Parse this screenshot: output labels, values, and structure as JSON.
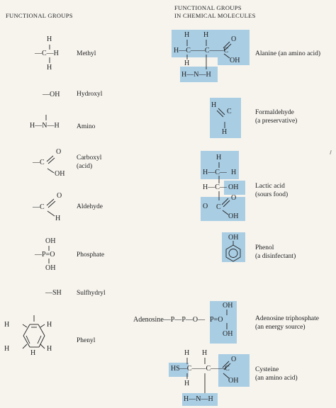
{
  "headers": {
    "left": "FUNCTIONAL GROUPS",
    "right_line1": "FUNCTIONAL GROUPS",
    "right_line2": "IN CHEMICAL MOLECULES"
  },
  "left": {
    "methyl": "Methyl",
    "hydroxyl": "Hydroxyl",
    "amino": "Amino",
    "carboxyl_1": "Carboxyl",
    "carboxyl_2": "(acid)",
    "aldehyde": "Aldehyde",
    "phosphate": "Phosphate",
    "sulfhydryl": "Sulfhydryl",
    "phenyl": "Phenyl"
  },
  "right": {
    "alanine": "Alanine (an amino acid)",
    "formaldehyde_1": "Formaldehyde",
    "formaldehyde_2": "(a preservative)",
    "lactic_1": "Lactic acid",
    "lactic_2": "(sours food)",
    "phenol_1": "Phenol",
    "phenol_2": "(a disinfectant)",
    "atp_1": "Adenosine triphosphate",
    "atp_2": "(an energy source)",
    "cysteine_1": "Cysteine",
    "cysteine_2": "(an amino acid)"
  },
  "atoms": {
    "H": "H",
    "C": "C",
    "O": "O",
    "N": "N",
    "P": "P",
    "OH": "OH",
    "dash_OH": "—OH",
    "dash_SH": "—SH",
    "H_N_H": "H—N—H",
    "P_eq_O": "—P=O",
    "adenosine": "Adenosine—P—P—O—",
    "HS": "HS—",
    "H_C_dash": "H—C—",
    "H_C": "H—C",
    "C_H": "C—H",
    "dash_C": "—C",
    "H_C_H": "H—C—H"
  },
  "colors": {
    "highlight": "#a9cde3",
    "background": "#f7f4ee",
    "ink": "#222222"
  }
}
